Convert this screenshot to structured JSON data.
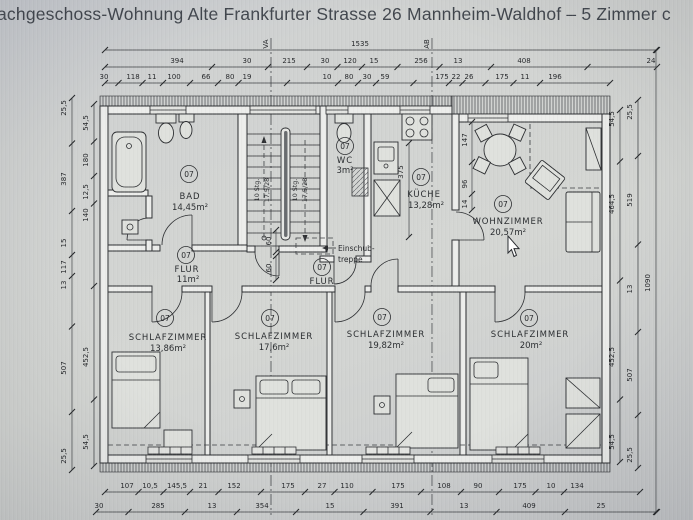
{
  "title": "achgeschoss-Wohnung  Alte Frankfurter Strasse 26  Mannheim-Waldhof – 5 Zimmer c",
  "plan": {
    "axes": {
      "left": "VA",
      "right": "AB"
    },
    "rooms": {
      "bad": {
        "unit": "07",
        "name": "BAD",
        "area": "14,45m²"
      },
      "wc": {
        "unit": "07",
        "name": "WC",
        "area": "3m²"
      },
      "kueche": {
        "unit": "07",
        "name": "KÜCHE",
        "area": "13,28m²"
      },
      "wohnzimmer": {
        "unit": "07",
        "name": "WOHNZIMMER",
        "area": "20,57m²"
      },
      "flur": {
        "unit": "07",
        "name": "FLUR",
        "area": "11m²"
      },
      "flur2": {
        "unit": "07",
        "name": "FLUR"
      },
      "schlafzimmer1": {
        "unit": "07",
        "name": "SCHLAFZIMMER",
        "area": "13,86m²"
      },
      "schlafzimmer2": {
        "unit": "07",
        "name": "SCHLAFZIMMER",
        "area": "17,6m²"
      },
      "schlafzimmer3": {
        "unit": "07",
        "name": "SCHLAFZIMMER",
        "area": "19,82m²"
      },
      "schlafzimmer4": {
        "unit": "07",
        "name": "SCHLAFZIMMER",
        "area": "20m²"
      }
    },
    "stairs": {
      "steps": "10 Stg.",
      "rise": "17,5/28",
      "attic1": "Einschub-",
      "attic2": "treppe"
    },
    "dims": {
      "top1": [
        "1535"
      ],
      "top2": [
        "394",
        "30",
        "215",
        "30",
        "120",
        "15",
        "256",
        "13",
        "408",
        "24"
      ],
      "top3": [
        "30",
        "118",
        "11",
        "100",
        "66",
        "80",
        "19",
        "10",
        "80",
        "30",
        "59",
        "175",
        "22",
        "26",
        "175",
        "11",
        "196"
      ],
      "bottom1": [
        "107",
        "10,5",
        "145,5",
        "21",
        "152",
        "175",
        "27",
        "110",
        "175",
        "108",
        "90",
        "175",
        "10",
        "134"
      ],
      "bottom2": [
        "30",
        "285",
        "13",
        "354",
        "15",
        "391",
        "13",
        "409",
        "25"
      ],
      "left_outer": [
        "25,5",
        "387",
        "15",
        "117",
        "13",
        "507",
        "25,5"
      ],
      "left_inner": [
        "54,5",
        "180",
        "12,5",
        "140",
        "452,5",
        "54,5"
      ],
      "right_inner": [
        "54,5",
        "464,5",
        "452,5",
        "54,5"
      ],
      "right_middle": [
        "25,5",
        "519",
        "13",
        "507",
        "25,5"
      ],
      "right_outer": [
        "1090"
      ],
      "interior": [
        "375",
        "147",
        "96",
        "14",
        "60",
        "60"
      ]
    }
  }
}
